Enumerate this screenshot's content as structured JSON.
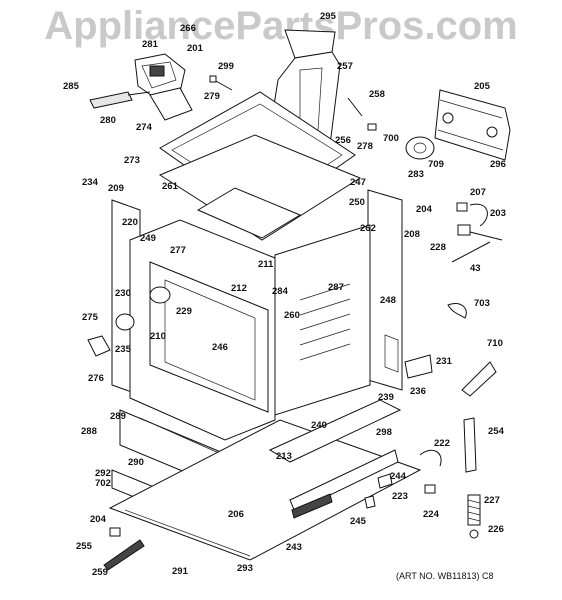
{
  "watermark": "AppliancePartsPros.com",
  "art_number": "(ART NO. WB11813) C8",
  "labels": {
    "266": "266",
    "201": "201",
    "281": "281",
    "295": "295",
    "299": "299",
    "257": "257",
    "285": "285",
    "279": "279",
    "258": "258",
    "205": "205",
    "280": "280",
    "274": "274",
    "700": "700",
    "256": "256",
    "278": "278",
    "709": "709",
    "296": "296",
    "273": "273",
    "283": "283",
    "234": "234",
    "209": "209",
    "261": "261",
    "247": "247",
    "207": "207",
    "204a": "204",
    "203": "203",
    "250": "250",
    "220": "220",
    "262": "262",
    "208": "208",
    "249": "249",
    "277": "277",
    "228": "228",
    "211": "211",
    "43": "43",
    "230": "230",
    "212": "212",
    "284": "284",
    "287": "287",
    "248": "248",
    "703": "703",
    "275": "275",
    "229": "229",
    "260": "260",
    "210": "210",
    "235": "235",
    "246": "246",
    "710": "710",
    "276": "276",
    "231": "231",
    "236": "236",
    "239": "239",
    "289": "289",
    "240": "240",
    "254": "254",
    "288": "288",
    "298": "298",
    "222": "222",
    "290": "290",
    "213": "213",
    "292": "292",
    "702": "702",
    "244": "244",
    "223": "223",
    "227": "227",
    "206": "206",
    "224": "224",
    "204b": "204",
    "245": "245",
    "226": "226",
    "255": "255",
    "243": "243",
    "259": "259",
    "291": "291",
    "293": "293"
  }
}
